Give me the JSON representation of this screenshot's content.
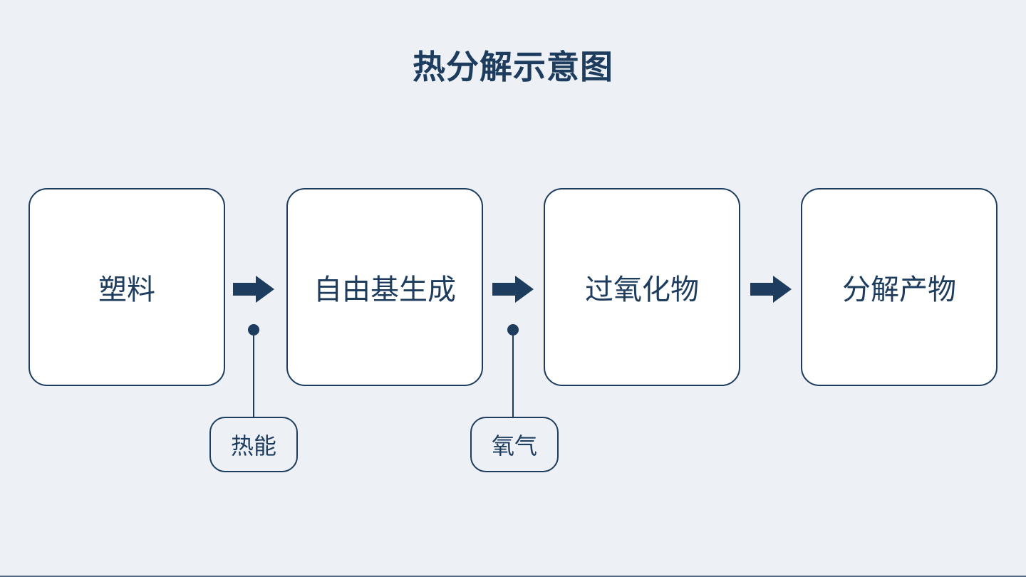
{
  "theme": {
    "accent": "#1d3c5e",
    "bg": "#edf1f6",
    "node_fill": "#ffffff"
  },
  "page": {
    "title": "热分解示意图"
  },
  "flow": {
    "nodes": [
      {
        "label": "塑料"
      },
      {
        "label": "自由基生成"
      },
      {
        "label": "过氧化物"
      },
      {
        "label": "分解产物"
      }
    ],
    "arrows": [
      {
        "from": "塑料",
        "to": "自由基生成"
      },
      {
        "from": "自由基生成",
        "to": "过氧化物"
      },
      {
        "from": "过氧化物",
        "to": "分解产物"
      }
    ]
  },
  "inputs": [
    {
      "label": "热能",
      "attaches_between": [
        "塑料",
        "自由基生成"
      ]
    },
    {
      "label": "氧气",
      "attaches_between": [
        "自由基生成",
        "过氧化物"
      ]
    }
  ]
}
